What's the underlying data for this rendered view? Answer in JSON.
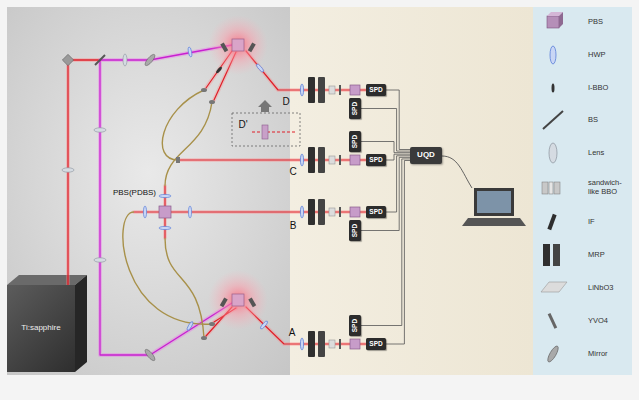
{
  "diagram": {
    "nodes": [
      {
        "text": [
          "SPD"
        ]
      },
      {
        "text": [
          "SPD"
        ]
      },
      {
        "text": [
          "SPD"
        ]
      },
      {
        "text": [
          "SPD"
        ]
      },
      {
        "text": [
          "UQD"
        ]
      },
      {
        "text": [
          "SPD"
        ]
      },
      {
        "text": [
          "SPD"
        ]
      },
      {
        "text": [
          "SPD"
        ]
      },
      {
        "text": [
          "SPD"
        ]
      },
      {
        "text": [
          "Ti:sapphire"
        ]
      }
    ],
    "edges": [
      {
        "from": 0,
        "to": 4,
        "arrow": "none"
      },
      {
        "from": 1,
        "to": 4,
        "arrow": "none"
      },
      {
        "from": 2,
        "to": 4,
        "arrow": "none"
      },
      {
        "from": 3,
        "to": 4,
        "arrow": "none"
      },
      {
        "from": 5,
        "to": 4,
        "arrow": "none"
      },
      {
        "from": 6,
        "to": 4,
        "arrow": "none"
      },
      {
        "from": 7,
        "to": 4,
        "arrow": "none"
      },
      {
        "from": 8,
        "to": 4,
        "arrow": "none"
      }
    ],
    "labels": [
      "D",
      "D'",
      "C",
      "PBS(PDBS)",
      "B",
      "A"
    ],
    "legend": [
      {
        "text": "PBS"
      },
      {
        "text": "HWP"
      },
      {
        "text": "I-BBO"
      },
      {
        "text": "BS"
      },
      {
        "text": "Lens"
      },
      {
        "text": "sandwich-like BBO"
      },
      {
        "text": "IF"
      },
      {
        "text": "MRP"
      },
      {
        "text": "LiNbO3"
      },
      {
        "text": "YVO4"
      },
      {
        "text": "Mirror"
      }
    ]
  }
}
